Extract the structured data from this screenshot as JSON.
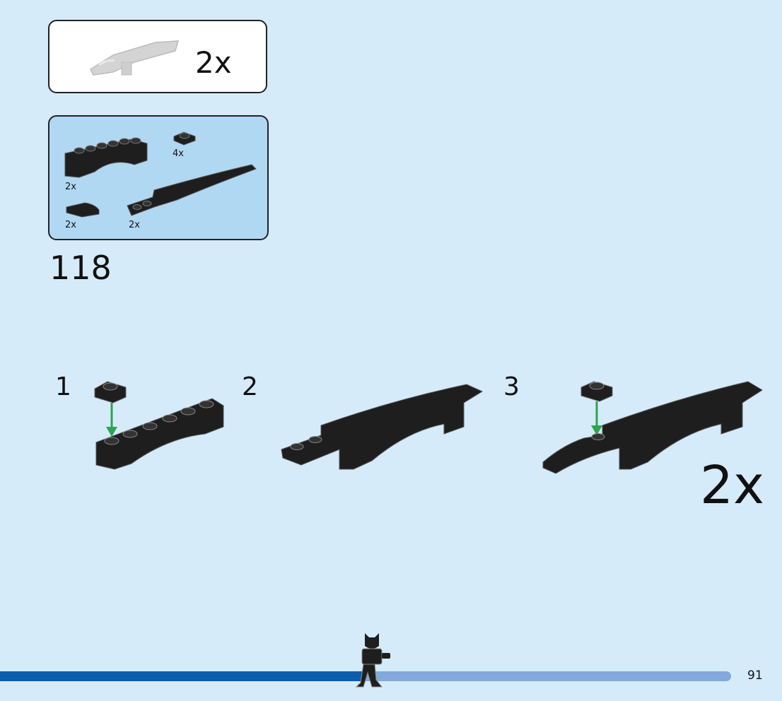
{
  "callout": {
    "quantity": "2x"
  },
  "parts_list": {
    "items": [
      {
        "name": "arch-brick-1x6",
        "quantity": "2x"
      },
      {
        "name": "plate-1x1",
        "quantity": "4x"
      },
      {
        "name": "curved-slope-1x2",
        "quantity": "2x"
      },
      {
        "name": "curved-slope-long",
        "quantity": "2x"
      }
    ]
  },
  "step_number": "118",
  "substeps": [
    {
      "number": "1"
    },
    {
      "number": "2"
    },
    {
      "number": "3"
    }
  ],
  "result_quantity": "2x",
  "page_number": "91",
  "colors": {
    "background": "#d5ebfa",
    "brick": "#1e1e1e",
    "arrow": "#2ea44f",
    "progress_done": "#0b5eae",
    "progress_remaining": "#82a9d9"
  }
}
